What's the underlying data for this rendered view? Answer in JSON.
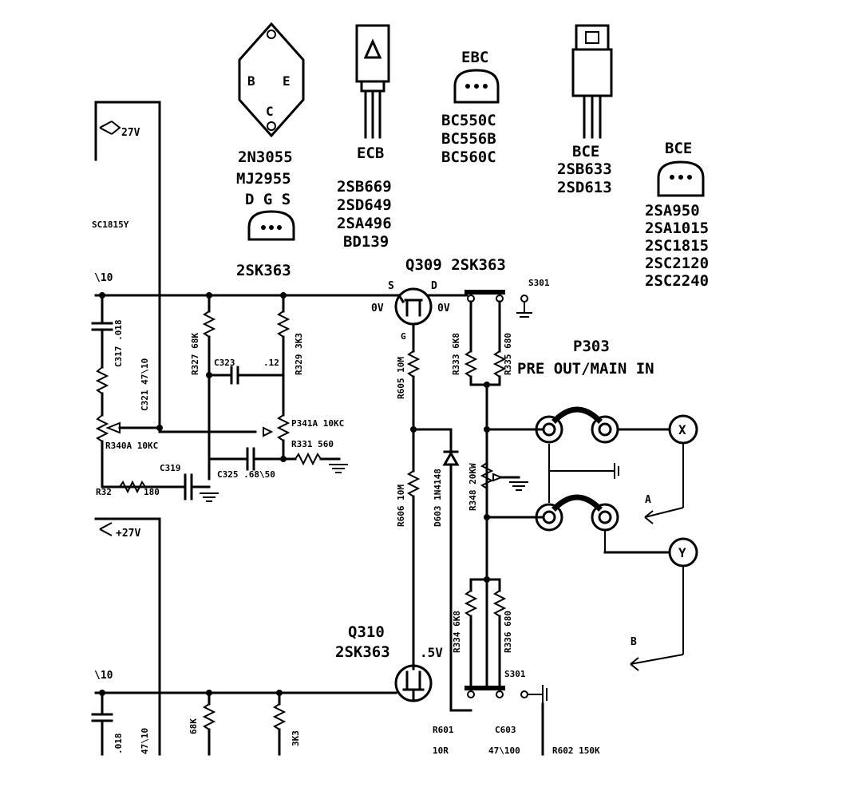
{
  "packages": {
    "to3": {
      "pins": [
        "B",
        "E",
        "C"
      ],
      "parts": [
        "2N3055",
        "MJ2955"
      ]
    },
    "to126": {
      "pinout": "ECB",
      "parts": [
        "2SB669",
        "2SD649",
        "2SA496",
        "BD139"
      ]
    },
    "to92_ebc": {
      "pinout": "EBC",
      "parts": [
        "BC550C",
        "BC556B",
        "BC560C"
      ]
    },
    "to220": {
      "pinout": "BCE",
      "parts": [
        "2SB633",
        "2SD613"
      ]
    },
    "to92_bce": {
      "pinout": "BCE",
      "parts": [
        "2SA950",
        "2SA1015",
        "2SC1815",
        "2SC2120",
        "2SC2240"
      ]
    },
    "fet": {
      "pinout": "D G S",
      "part": "2SK363"
    }
  },
  "labels": {
    "supply_top": "27V",
    "supply_mid": "+27V",
    "ic_ref": "SC1815Y",
    "rail_top": "\\10",
    "rail_bottom": "\\10",
    "q309": "Q309  2SK363",
    "q309_s": "S",
    "q309_d": "D",
    "q309_v_left": "0V",
    "q309_v_right": "0V",
    "q309_g": "G",
    "s301_top": "S301",
    "p303": "P303",
    "pre_out": "PRE OUT/MAIN IN",
    "c317": "C317 .018",
    "c321": "C321 47\\10",
    "r327": "R327 68K",
    "c323": "C323",
    "c323_val": ".12",
    "r329": "R329 3K3",
    "r605": "R605 10M",
    "r333": "R333 6K8",
    "r335": "R335 680",
    "p341a": "P341A 10KC",
    "r331": "R331 560",
    "r340a": "R340A 10KC",
    "c325": "C325 .68\\50",
    "c319": "C319",
    "r32x": "R32",
    "r32x_val": "180",
    "r606": "R606 10M",
    "d603": "D603 1N4148",
    "r348": "R348 20KW",
    "node_x": "X",
    "node_y": "Y",
    "arrow_a": "A",
    "arrow_b": "B",
    "q310": "Q310",
    "q310_part": "2SK363",
    "q310_v": ".5V",
    "r334": "R334 6K8",
    "r336": "R336 680",
    "s301_bottom": "S301",
    "r601": "R601",
    "c603": "C603",
    "r601_val": "10R",
    "c603_val": "47\\100",
    "r602": "R602 150K",
    "bl_018": ".018",
    "bl_47": "47\\10",
    "bl_68k": "68K",
    "bl_3k3": "3K3"
  }
}
